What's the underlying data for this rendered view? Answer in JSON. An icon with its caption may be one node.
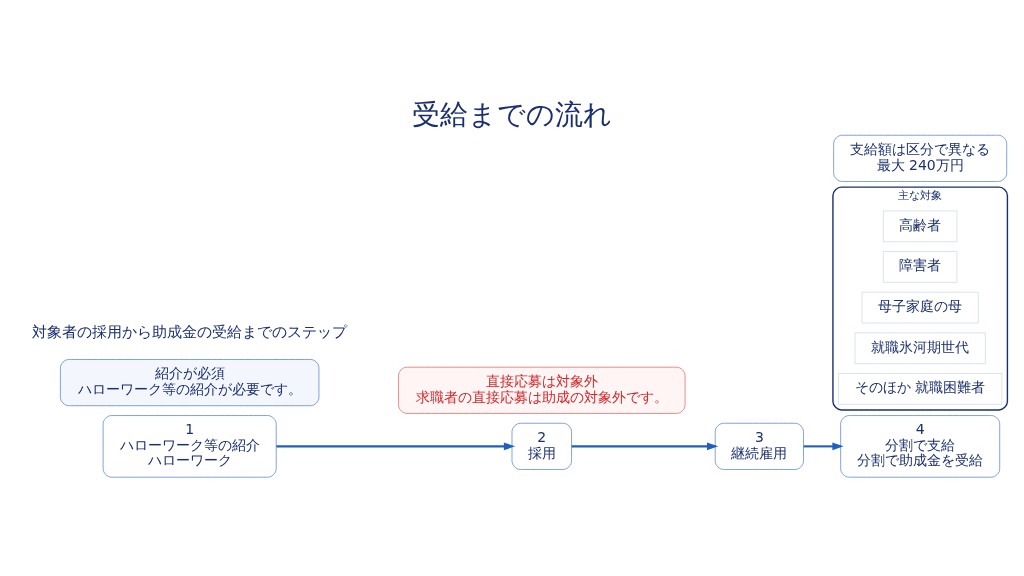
{
  "diagram": {
    "title": "受給までの流れ",
    "nodes": [
      {
        "text": [
          "1",
          "ハローワーク等の紹介",
          "ハローワーク"
        ]
      },
      {
        "text": [
          "2",
          "採用"
        ]
      },
      {
        "text": [
          "3",
          "継続雇用"
        ]
      },
      {
        "text": [
          "4",
          "分割で支給",
          "分割で助成金を受給"
        ]
      },
      {
        "text": [
          "主な対象"
        ]
      },
      {
        "text": [
          "高齢者"
        ],
        "in": 4
      },
      {
        "text": [
          "障害者"
        ],
        "in": 4
      },
      {
        "text": [
          "母子家庭の母"
        ],
        "in": 4
      },
      {
        "text": [
          "就職氷河期世代"
        ],
        "in": 4
      },
      {
        "text": [
          "そのほか 就職困難者"
        ],
        "in": 4
      },
      {
        "text": [
          "紹介が必須",
          "ハローワーク等の紹介が必要です。"
        ]
      },
      {
        "text": [
          "直接応募は対象外",
          "求職者の直接応募は助成の対象外です。"
        ]
      },
      {
        "text": [
          "支給額は区分で異なる",
          "最大 240万円"
        ]
      }
    ],
    "edges": [
      {
        "from": 0,
        "to": 1,
        "arrow": "to"
      },
      {
        "from": 1,
        "to": 2,
        "arrow": "to"
      },
      {
        "from": 2,
        "to": 3,
        "arrow": "to"
      }
    ],
    "labels": [
      "対象者の採用から助成金の受給までのステップ"
    ]
  }
}
